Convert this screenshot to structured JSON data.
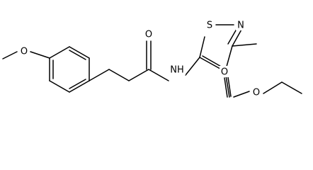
{
  "molecule": {
    "atoms": {
      "methoxy_o": "O",
      "amide_o": "O",
      "amide_nh": "NH",
      "ring_s": "S",
      "ring_n": "N",
      "ester_o_carbonyl": "O",
      "ester_o_ether": "O"
    }
  }
}
